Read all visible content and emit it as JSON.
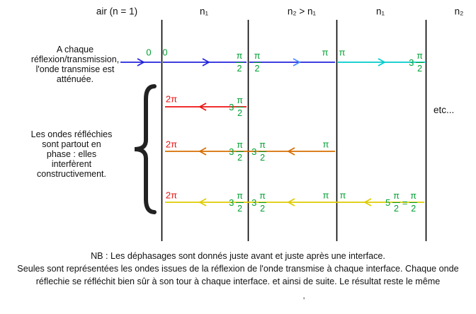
{
  "header": {
    "air": "air (n = 1)",
    "n1_left": "n₁",
    "n2_mid": "n₂ > n₁",
    "n1_right": "n₁",
    "n2_right": "n₂"
  },
  "side": {
    "attenuation_note": "A chaque\nréflexion/transmission,\nl'onde transmise est\natténuée.",
    "interference_note": "Les ondes réfléchies\nsont partout en\nphase : elles\ninterfèrent\nconstructivement.",
    "etc": "etc..."
  },
  "sym": {
    "zero": "0",
    "pi": "π",
    "two": "2",
    "three": "3",
    "five": "5",
    "two_pi": "2π",
    "equals": "="
  },
  "footnote": {
    "line1": "NB : Les déphasages sont donnés juste avant et juste après une interface.",
    "line2": "Seules sont représentées les ondes issues de la réflexion de l'onde transmise à chaque interface. Chaque onde",
    "line3": "réflechie se réfléchit bien sûr à son tour à chaque interface. et ainsi de suite. Le résultat reste le même",
    "stray": "'"
  },
  "colors": {
    "bg": "#ffffff",
    "text": "#111111",
    "interface": "#000000",
    "blue": "#2222dd",
    "bluelight": "#4b8bff",
    "cyan": "#00cccc",
    "red": "#ee1111",
    "orange": "#d66e00",
    "yellow": "#dfcb00",
    "green": "#00a033",
    "brace": "#222222"
  }
}
